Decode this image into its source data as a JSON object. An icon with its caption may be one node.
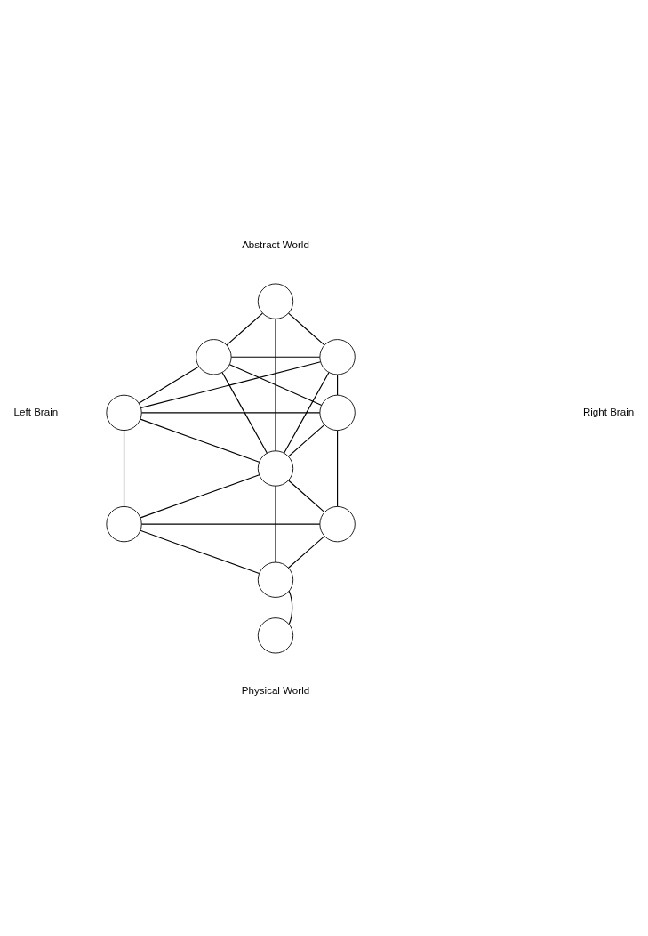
{
  "diagram": {
    "nodes": [
      {
        "text": [],
        "shape": "circle"
      },
      {
        "text": [],
        "shape": "circle"
      },
      {
        "text": [],
        "shape": "circle"
      },
      {
        "text": [],
        "shape": "circle"
      },
      {
        "text": [],
        "shape": "circle"
      },
      {
        "text": [],
        "shape": "circle"
      },
      {
        "text": [],
        "shape": "circle"
      },
      {
        "text": [],
        "shape": "circle"
      },
      {
        "text": [],
        "shape": "circle"
      },
      {
        "text": [],
        "shape": "circle"
      }
    ],
    "edges": [
      {
        "from": 0,
        "to": 1,
        "arrow": "none"
      },
      {
        "from": 0,
        "to": 2,
        "arrow": "none"
      },
      {
        "from": 0,
        "to": 5,
        "arrow": "none"
      },
      {
        "from": 1,
        "to": 2,
        "arrow": "none"
      },
      {
        "from": 1,
        "to": 3,
        "arrow": "none"
      },
      {
        "from": 1,
        "to": 5,
        "arrow": "none"
      },
      {
        "from": 1,
        "to": 4,
        "arrow": "none"
      },
      {
        "from": 2,
        "to": 4,
        "arrow": "none"
      },
      {
        "from": 2,
        "to": 5,
        "arrow": "none"
      },
      {
        "from": 2,
        "to": 3,
        "arrow": "none"
      },
      {
        "from": 3,
        "to": 4,
        "arrow": "none"
      },
      {
        "from": 3,
        "to": 5,
        "arrow": "none"
      },
      {
        "from": 4,
        "to": 5,
        "arrow": "none"
      },
      {
        "from": 3,
        "to": 6,
        "arrow": "none"
      },
      {
        "from": 4,
        "to": 7,
        "arrow": "none"
      },
      {
        "from": 5,
        "to": 6,
        "arrow": "none"
      },
      {
        "from": 5,
        "to": 7,
        "arrow": "none"
      },
      {
        "from": 6,
        "to": 7,
        "arrow": "none"
      },
      {
        "from": 5,
        "to": 8,
        "arrow": "none"
      },
      {
        "from": 6,
        "to": 8,
        "arrow": "none"
      },
      {
        "from": 7,
        "to": 8,
        "arrow": "none"
      },
      {
        "from": 8,
        "to": 9,
        "arrow": "none"
      }
    ],
    "labels": [
      "Abstract World",
      "Left Brain",
      "Right Brain",
      "Physical World"
    ]
  }
}
